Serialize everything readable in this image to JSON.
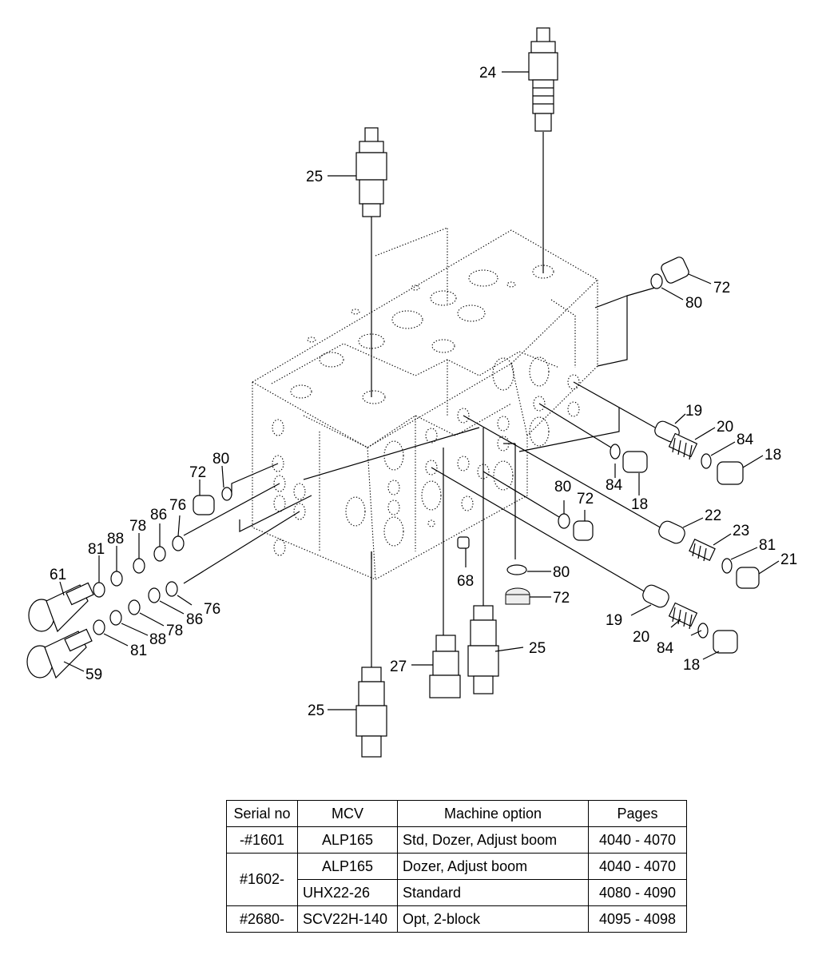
{
  "callouts": [
    {
      "id": "c24",
      "text": "24"
    },
    {
      "id": "c25a",
      "text": "25"
    },
    {
      "id": "c72a",
      "text": "72"
    },
    {
      "id": "c80a",
      "text": "80"
    },
    {
      "id": "c19a",
      "text": "19"
    },
    {
      "id": "c20a",
      "text": "20"
    },
    {
      "id": "c84a",
      "text": "84"
    },
    {
      "id": "c18a",
      "text": "18"
    },
    {
      "id": "c84b",
      "text": "84"
    },
    {
      "id": "c18b",
      "text": "18"
    },
    {
      "id": "c80b",
      "text": "80"
    },
    {
      "id": "c72b",
      "text": "72"
    },
    {
      "id": "c22",
      "text": "22"
    },
    {
      "id": "c23",
      "text": "23"
    },
    {
      "id": "c81a",
      "text": "81"
    },
    {
      "id": "c21",
      "text": "21"
    },
    {
      "id": "c80c",
      "text": "80"
    },
    {
      "id": "c72c",
      "text": "72"
    },
    {
      "id": "c68",
      "text": "68"
    },
    {
      "id": "c19b",
      "text": "19"
    },
    {
      "id": "c20b",
      "text": "20"
    },
    {
      "id": "c84c",
      "text": "84"
    },
    {
      "id": "c18c",
      "text": "18"
    },
    {
      "id": "c25b",
      "text": "25"
    },
    {
      "id": "c27",
      "text": "27"
    },
    {
      "id": "c25c",
      "text": "25"
    },
    {
      "id": "c72d",
      "text": "72"
    },
    {
      "id": "c80d",
      "text": "80"
    },
    {
      "id": "c86a",
      "text": "86"
    },
    {
      "id": "c76a",
      "text": "76"
    },
    {
      "id": "c78a",
      "text": "78"
    },
    {
      "id": "c88a",
      "text": "88"
    },
    {
      "id": "c81b",
      "text": "81"
    },
    {
      "id": "c61",
      "text": "61"
    },
    {
      "id": "c86b",
      "text": "86"
    },
    {
      "id": "c76b",
      "text": "76"
    },
    {
      "id": "c78b",
      "text": "78"
    },
    {
      "id": "c88b",
      "text": "88"
    },
    {
      "id": "c81c",
      "text": "81"
    },
    {
      "id": "c59",
      "text": "59"
    }
  ],
  "table": {
    "headers": [
      "Serial no",
      "MCV",
      "Machine option",
      "Pages"
    ],
    "rows": [
      {
        "serial": "-#1601",
        "mcv": "ALP165",
        "option": "Std, Dozer, Adjust boom",
        "pages": "4040 - 4070"
      },
      {
        "serial": "#1602-",
        "mcv": "ALP165",
        "option": "Dozer, Adjust boom",
        "pages": "4040 - 4070"
      },
      {
        "mcv": "UHX22-26",
        "option": "Standard",
        "pages": "4080 - 4090"
      },
      {
        "serial": "#2680-",
        "mcv": "SCV22H-140",
        "option": "Opt, 2-block",
        "pages": "4095 - 4098"
      }
    ]
  }
}
